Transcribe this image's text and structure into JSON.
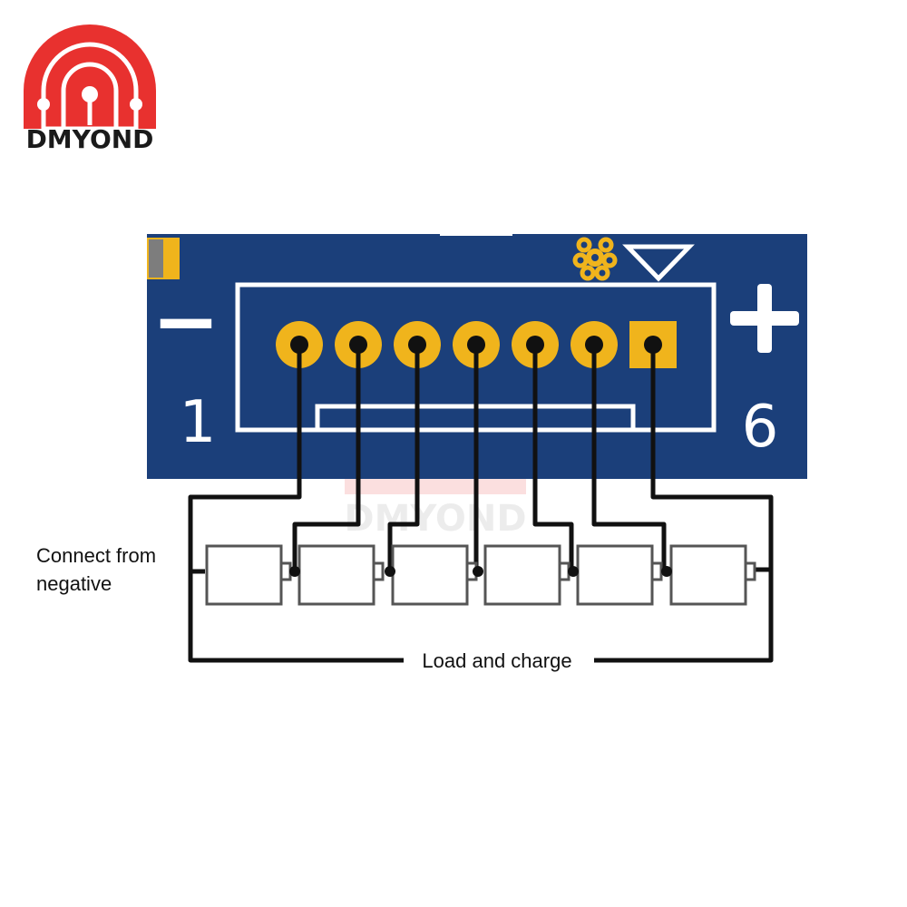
{
  "brand": {
    "name": "DMYOND",
    "color": "#e8312f",
    "text_color": "#1a1a1a"
  },
  "board": {
    "color": "#1b3f7a",
    "pad_color": "#f0b41c",
    "outline_color": "#ffffff",
    "minus_symbol": "−",
    "plus_symbol": "+",
    "label_first": "1",
    "label_last": "6",
    "pad_count": 7,
    "square_pad_index": 6
  },
  "wiring": {
    "wire_color": "#111111",
    "cell_count": 6,
    "cell_fill": "#ffffff",
    "cell_stroke": "#555555"
  },
  "labels": {
    "connect_line1": "Connect from",
    "connect_line2": "negative",
    "load_charge": "Load and charge"
  },
  "icons": {
    "arrow": "triangle-down-icon",
    "flower": "flower-icon"
  }
}
